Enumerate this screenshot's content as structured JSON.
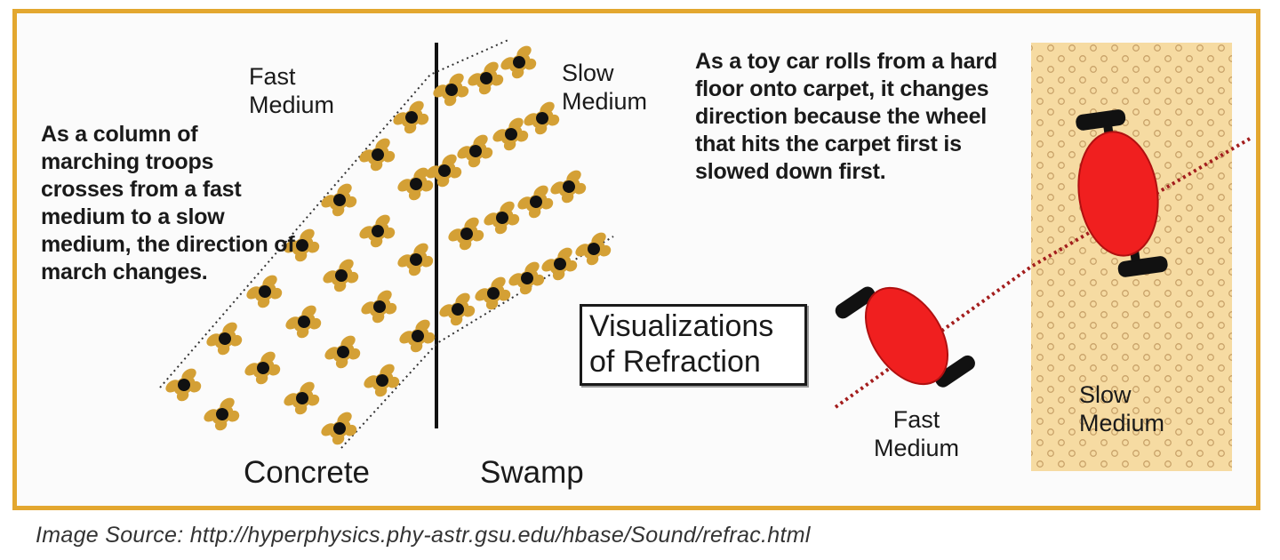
{
  "figure": {
    "left_panel": {
      "description_text": "As a column of marching troops crosses from a fast medium to a slow medium, the direction of march changes.",
      "fast_label": "Fast Medium",
      "slow_label": "Slow Medium",
      "concrete_label": "Concrete",
      "swamp_label": "Swamp"
    },
    "title": "Visualizations of Refraction",
    "right_panel": {
      "description_text": "As a toy car rolls from a hard floor onto carpet, it changes direction because the wheel that hits the carpet first is slowed down first.",
      "fast_label": "Fast Medium",
      "slow_label": "Slow Medium"
    },
    "source_caption": "Image Source: http://hyperphysics.phy-astr.gsu.edu/hbase/Sound/refrac.html",
    "colors": {
      "frame_border": "#e3a72f",
      "soldier_body": "#d4a035",
      "carpet": "#f6dba2",
      "car_body": "#f01f1f",
      "path_line": "#a31d1d"
    }
  }
}
